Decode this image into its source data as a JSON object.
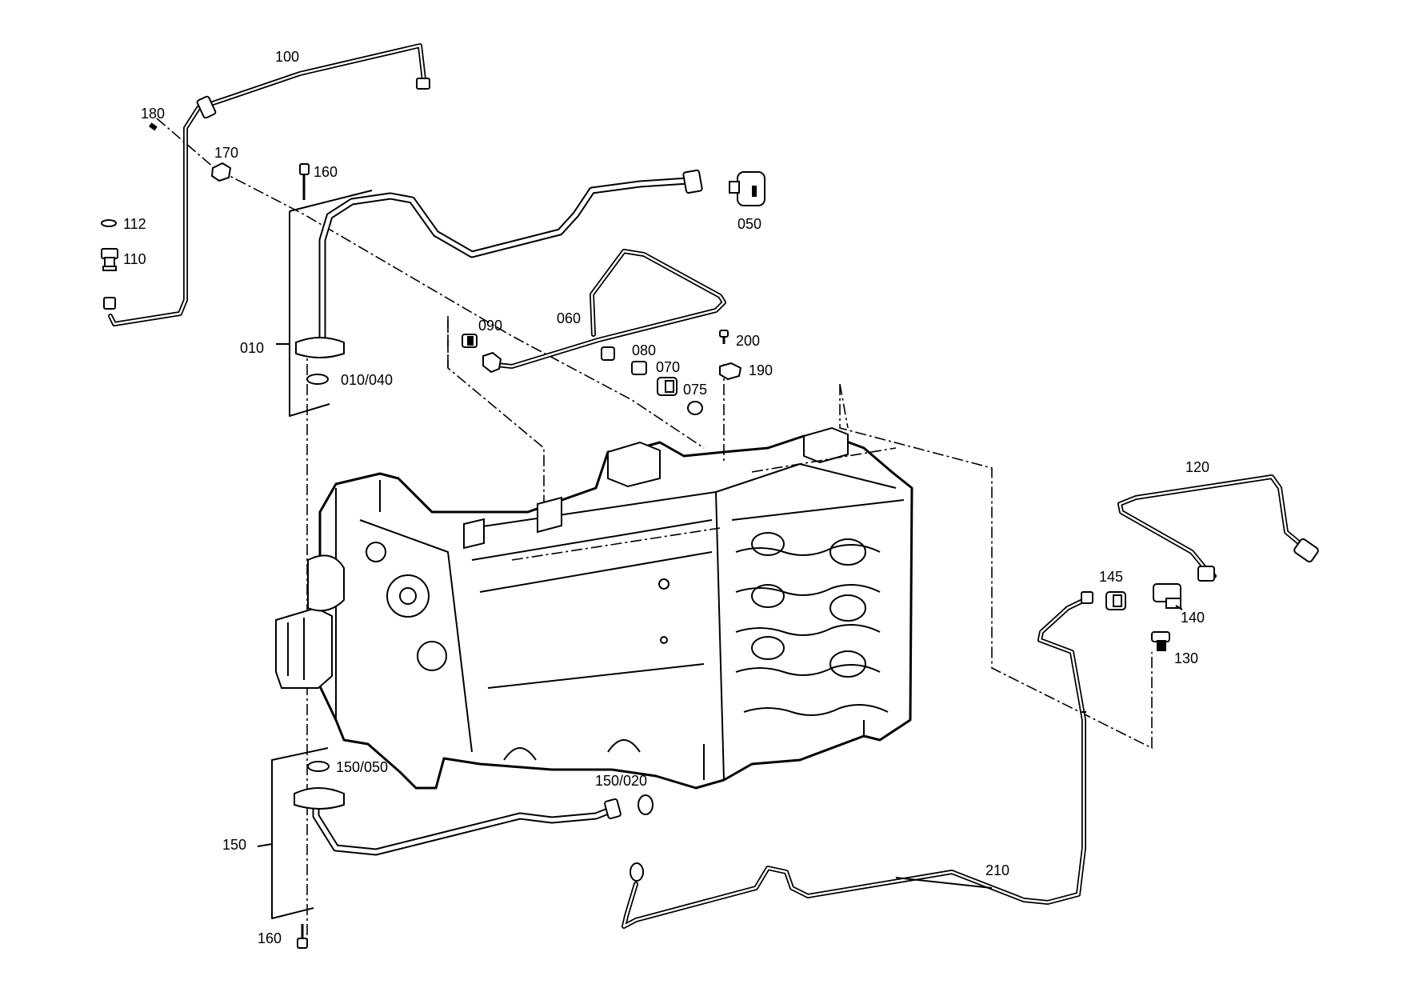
{
  "labels": {
    "p100": "100",
    "p180": "180",
    "p170": "170",
    "p160_top": "160",
    "p112": "112",
    "p110": "110",
    "p050": "050",
    "p010": "010",
    "p010_040": "010/040",
    "p090": "090",
    "p060": "060",
    "p080": "080",
    "p070": "070",
    "p075": "075",
    "p200": "200",
    "p190": "190",
    "p120": "120",
    "p145": "145",
    "p140": "140",
    "p130": "130",
    "p150_050": "150/050",
    "p150_020": "150/020",
    "p150": "150",
    "p160_bottom": "160",
    "p210": "210"
  },
  "colors": {
    "line": "#000000",
    "background": "#ffffff"
  }
}
